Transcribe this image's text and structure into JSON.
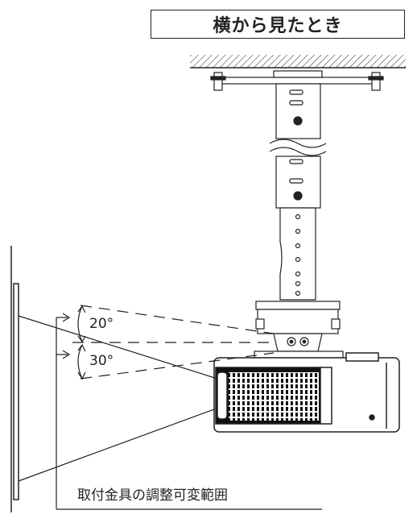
{
  "title": "横から見たとき",
  "angles": {
    "up": "20°",
    "down": "30°"
  },
  "caption": "取付金具の調整可変範囲"
}
